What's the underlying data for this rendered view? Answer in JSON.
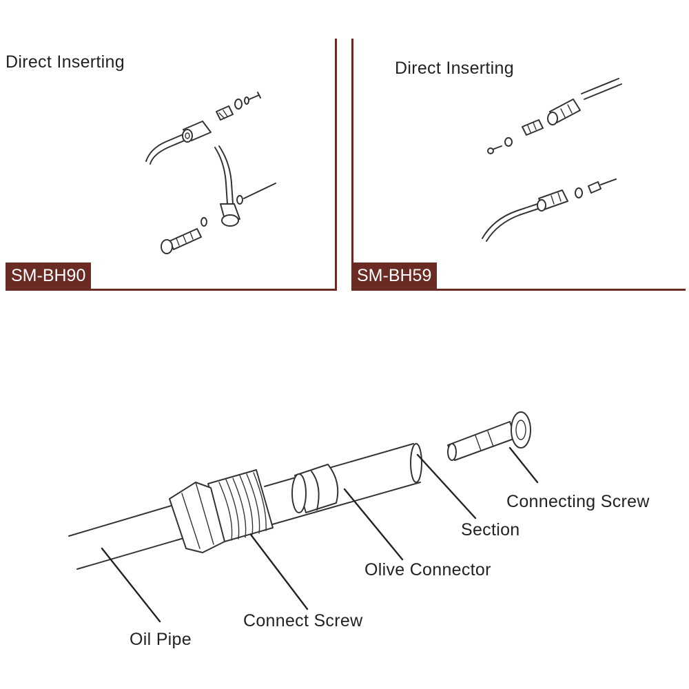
{
  "panels": [
    {
      "title": "Direct Inserting",
      "model": "SM-BH90"
    },
    {
      "title": "Direct Inserting",
      "model": "SM-BH59"
    }
  ],
  "callouts": {
    "connecting_screw": "Connecting Screw",
    "section": "Section",
    "olive_connector": "Olive Connector",
    "connect_screw": "Connect Screw",
    "oil_pipe": "Oil Pipe"
  },
  "colors": {
    "accent": "#6b2b25",
    "line": "#333333",
    "background": "#ffffff"
  }
}
